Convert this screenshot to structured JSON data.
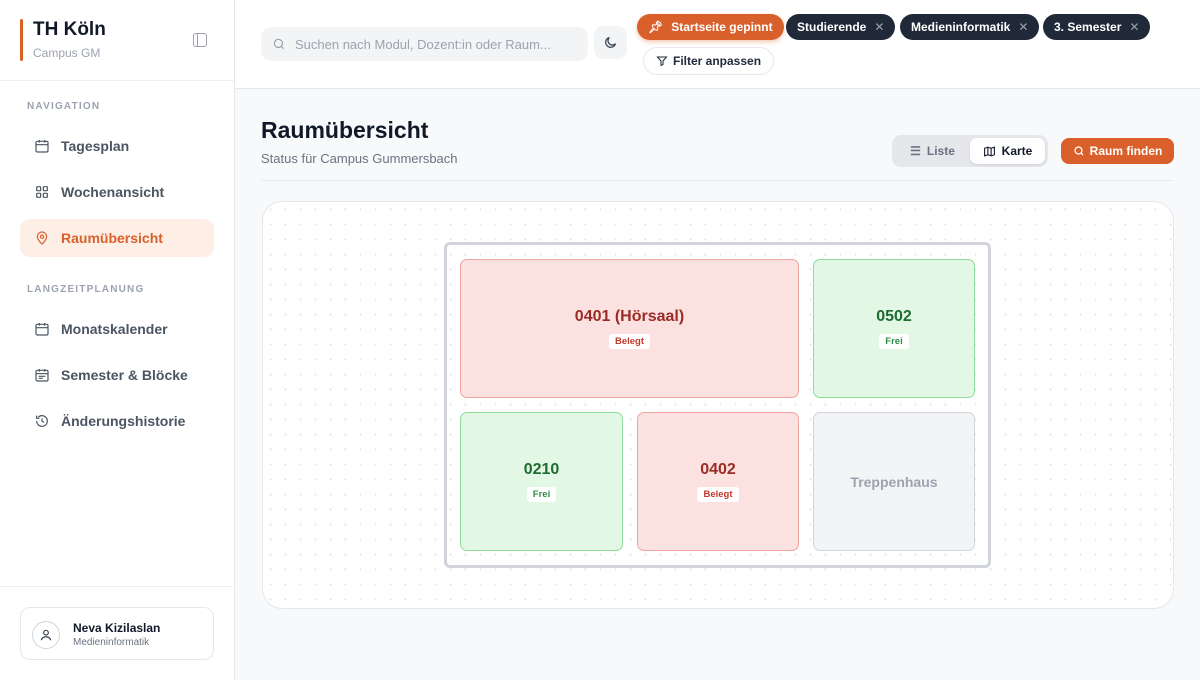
{
  "brand": {
    "title": "TH Köln",
    "subtitle": "Campus GM"
  },
  "sidebar": {
    "sections": [
      "NAVIGATION",
      "LANGZEITPLANUNG"
    ],
    "items": [
      {
        "label": "Tagesplan",
        "icon": "calendar-icon"
      },
      {
        "label": "Wochenansicht",
        "icon": "grid-icon"
      },
      {
        "label": "Raumübersicht",
        "icon": "map-pin-icon",
        "active": true
      },
      {
        "label": "Monatskalender",
        "icon": "calendar-month-icon"
      },
      {
        "label": "Semester & Blöcke",
        "icon": "calendar-blocks-icon"
      },
      {
        "label": "Änderungshistorie",
        "icon": "history-icon"
      }
    ],
    "user": {
      "name": "Neva Kizilaslan",
      "role": "Medieninformatik"
    }
  },
  "header": {
    "search_placeholder": "Suchen nach Modul, Dozent:in oder Raum...",
    "pinned": "Startseite gepinnt",
    "chips": [
      "Studierende",
      "Medieninformatik",
      "3. Semester"
    ],
    "filter": "Filter anpassen"
  },
  "main": {
    "title": "Raumübersicht",
    "subtitle": "Status für Campus Gummersbach",
    "view_list": "Liste",
    "view_map": "Karte",
    "find_room": "Raum finden",
    "rooms": [
      {
        "name": "0401 (Hörsaal)",
        "status": "Belegt"
      },
      {
        "name": "0502",
        "status": "Frei"
      },
      {
        "name": "0210",
        "status": "Frei"
      },
      {
        "name": "0402",
        "status": "Belegt"
      },
      {
        "name": "Treppenhaus"
      }
    ]
  },
  "colors": {
    "accent": "#d9602a",
    "busy": "#fbe2e1",
    "free": "#e2f8e4"
  }
}
